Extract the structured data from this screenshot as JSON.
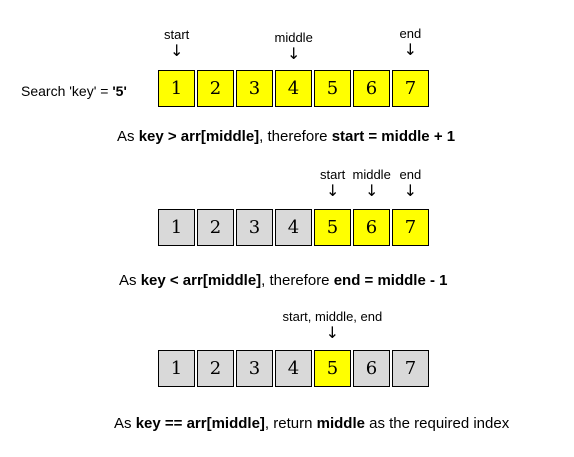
{
  "search_label": {
    "prefix": "Search 'key' = ",
    "key": "'5'"
  },
  "colors": {
    "active": "#ffff00",
    "inactive": "#d9d9d9",
    "border": "#000000"
  },
  "steps": [
    {
      "array": [
        {
          "value": "1",
          "state": "active"
        },
        {
          "value": "2",
          "state": "active"
        },
        {
          "value": "3",
          "state": "active"
        },
        {
          "value": "4",
          "state": "active"
        },
        {
          "value": "5",
          "state": "active"
        },
        {
          "value": "6",
          "state": "active"
        },
        {
          "value": "7",
          "state": "active"
        }
      ],
      "markers": [
        {
          "label": "start",
          "index": 0
        },
        {
          "label": "middle",
          "index": 3
        },
        {
          "label": "end",
          "index": 6
        }
      ],
      "caption": [
        {
          "text": "As ",
          "bold": false
        },
        {
          "text": "key > arr[middle]",
          "bold": true
        },
        {
          "text": ", therefore ",
          "bold": false
        },
        {
          "text": "start = middle + 1",
          "bold": true
        }
      ]
    },
    {
      "array": [
        {
          "value": "1",
          "state": "inactive"
        },
        {
          "value": "2",
          "state": "inactive"
        },
        {
          "value": "3",
          "state": "inactive"
        },
        {
          "value": "4",
          "state": "inactive"
        },
        {
          "value": "5",
          "state": "active"
        },
        {
          "value": "6",
          "state": "active"
        },
        {
          "value": "7",
          "state": "active"
        }
      ],
      "markers": [
        {
          "label": "start",
          "index": 4
        },
        {
          "label": "middle",
          "index": 5
        },
        {
          "label": "end",
          "index": 6
        }
      ],
      "caption": [
        {
          "text": "As ",
          "bold": false
        },
        {
          "text": "key < arr[middle]",
          "bold": true
        },
        {
          "text": ", therefore ",
          "bold": false
        },
        {
          "text": "end = middle - 1",
          "bold": true
        }
      ]
    },
    {
      "array": [
        {
          "value": "1",
          "state": "inactive"
        },
        {
          "value": "2",
          "state": "inactive"
        },
        {
          "value": "3",
          "state": "inactive"
        },
        {
          "value": "4",
          "state": "inactive"
        },
        {
          "value": "5",
          "state": "active"
        },
        {
          "value": "6",
          "state": "inactive"
        },
        {
          "value": "7",
          "state": "inactive"
        }
      ],
      "markers": [
        {
          "label": "start, middle, end",
          "index": 4
        }
      ],
      "caption": [
        {
          "text": "As ",
          "bold": false
        },
        {
          "text": "key == arr[middle]",
          "bold": true
        },
        {
          "text": ", return ",
          "bold": false
        },
        {
          "text": "middle",
          "bold": true
        },
        {
          "text": " as the required index",
          "bold": false
        }
      ]
    }
  ]
}
